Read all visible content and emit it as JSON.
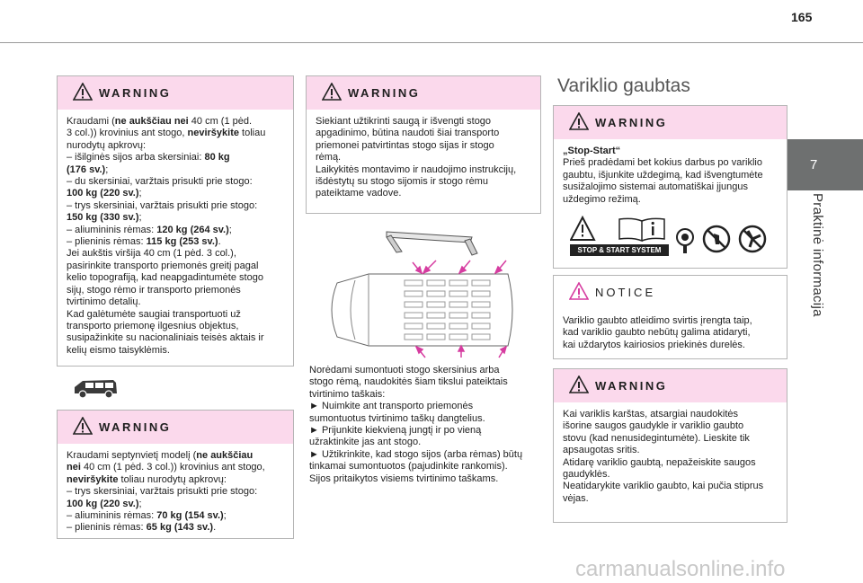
{
  "page": {
    "number": "165",
    "tab_number": "7",
    "tab_title": "Praktinė informacija"
  },
  "box1": {
    "title": "WARNING",
    "lines": [
      "Kraudami (<b>ne aukščiau nei</b> 40 cm (1 pėd.",
      "3 col.)) krovinius ant stogo, <b>neviršykite</b> toliau",
      "nurodytų apkrovų:",
      "–  išilginės sijos arba skersiniai: <b>80 kg</b>",
      "<b>(176 sv.)</b>;",
      "–  du skersiniai, varžtais prisukti prie stogo:",
      "<b>100 kg (220 sv.)</b>;",
      "–  trys skersiniai, varžtais prisukti prie stogo:",
      "<b>150 kg (330 sv.)</b>;",
      "–  aliumininis rėmas: <b>120 kg (264 sv.)</b>;",
      "–  plieninis rėmas: <b>115 kg (253 sv.)</b>.",
      "Jei aukštis viršija 40 cm (1 pėd. 3 col.),",
      "pasirinkite transporto priemonės greitį pagal",
      "kelio topografiją, kad neapgadintumėte stogo",
      "sijų, stogo rėmo ir transporto priemonės",
      "tvirtinimo detalių.",
      "Kad galėtumėte saugiai transportuoti už",
      "transporto priemonę ilgesnius objektus,",
      "susipažinkite su nacionaliniais teisės aktais ir",
      "kelių eismo taisyklėmis."
    ]
  },
  "box2": {
    "title": "WARNING",
    "lines": [
      "Kraudami septynvietį modelį (<b>ne aukščiau</b>",
      "<b>nei</b> 40 cm (1 pėd. 3 col.)) krovinius ant stogo,",
      "<b>neviršykite</b> toliau nurodytų apkrovų:",
      "–  trys skersiniai, varžtais prisukti prie stogo:",
      "<b>100 kg (220 sv.)</b>;",
      "–  aliumininis rėmas: <b>70 kg (154 sv.)</b>;",
      "–  plieninis rėmas: <b>65 kg (143 sv.)</b>."
    ]
  },
  "box3": {
    "title": "WARNING",
    "lines": [
      "Siekiant užtikrinti saugą ir išvengti stogo",
      "apgadinimo, būtina naudoti šiai transporto",
      "priemonei patvirtintas stogo sijas ir stogo",
      "rėmą.",
      "Laikykitės montavimo ir naudojimo instrukcijų,",
      "išdėstytų su stogo sijomis ir stogo rėmu",
      "pateiktame vadove."
    ]
  },
  "mid_text": [
    "Norėdami sumontuoti stogo skersinius arba",
    "stogo rėmą, naudokitės šiam tikslui pateiktais",
    "tvirtinimo taškais:",
    "►  Nuimkite ant transporto priemonės",
    "sumontuotus tvirtinimo taškų dangtelius.",
    "►  Prijunkite kiekvieną jungtį ir po vieną",
    "užraktinkite jas ant stogo.",
    "►  Užtikrinkite, kad stogo sijos (arba rėmas) būtų",
    "tinkamai sumontuotos (pajudinkite rankomis).",
    "Sijos pritaikytos visiems tvirtinimo taškams."
  ],
  "section_title": "Variklio gaubtas",
  "box4": {
    "title": "WARNING",
    "lines": [
      "<b>„Stop-Start“</b>",
      "Prieš pradėdami bet kokius darbus po variklio",
      "gaubtu, išjunkite uždegimą, kad išvengtumėte",
      "susižalojimo sistemai automatiškai įjungus",
      "uždegimo režimą."
    ],
    "badge": "STOP & START SYSTEM"
  },
  "box5": {
    "title": "NOTICE",
    "lines": [
      "Variklio gaubto atleidimo svirtis įrengta taip,",
      "kad variklio gaubto nebūtų galima atidaryti,",
      "kai uždarytos kairiosios priekinės durelės."
    ]
  },
  "box6": {
    "title": "WARNING",
    "lines": [
      "Kai variklis karštas, atsargiai naudokitės",
      "išorine saugos gaudykle ir variklio gaubto",
      "stovu (kad nenusidegintumėte). Lieskite tik",
      "apsaugotas sritis.",
      "Atidarę variklio gaubtą, nepažeiskite saugos",
      "gaudyklės.",
      "Neatidarykite variklio gaubto, kai pučia stiprus",
      "vėjas."
    ]
  },
  "watermark": "carmanualsonline.info",
  "colors": {
    "warning_bg": "#fbd9ec",
    "tab_bg": "#6e7070",
    "arrow": "#d63ca0"
  }
}
